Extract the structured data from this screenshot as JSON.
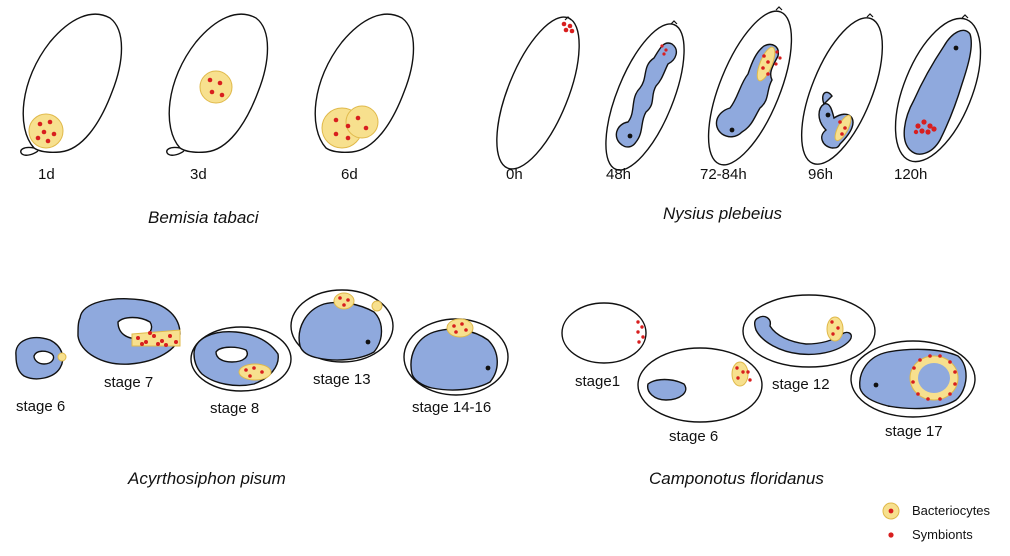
{
  "colors": {
    "embryo": "#8fa9dd",
    "bacteriocyte": "#f7e08e",
    "bacteriocyte_edge": "#e0b94a",
    "symbiont": "#d81e1e",
    "outline": "#111111"
  },
  "panels": {
    "bemisia": {
      "species": "Bemisia tabaci",
      "stages": [
        "1d",
        "3d",
        "6d"
      ]
    },
    "nysius": {
      "species": "Nysius plebeius",
      "stages": [
        "0h",
        "48h",
        "72-84h",
        "96h",
        "120h"
      ]
    },
    "acyrthosiphon": {
      "species": "Acyrthosiphon pisum",
      "stages": [
        "stage 6",
        "stage 7",
        "stage 8",
        "stage 13",
        "stage 14-16"
      ]
    },
    "camponotus": {
      "species": "Camponotus floridanus",
      "stages": [
        "stage1",
        "stage 6",
        "stage 12",
        "stage 17"
      ]
    }
  },
  "legend": {
    "bacteriocytes": "Bacteriocytes",
    "symbionts": "Symbionts"
  }
}
